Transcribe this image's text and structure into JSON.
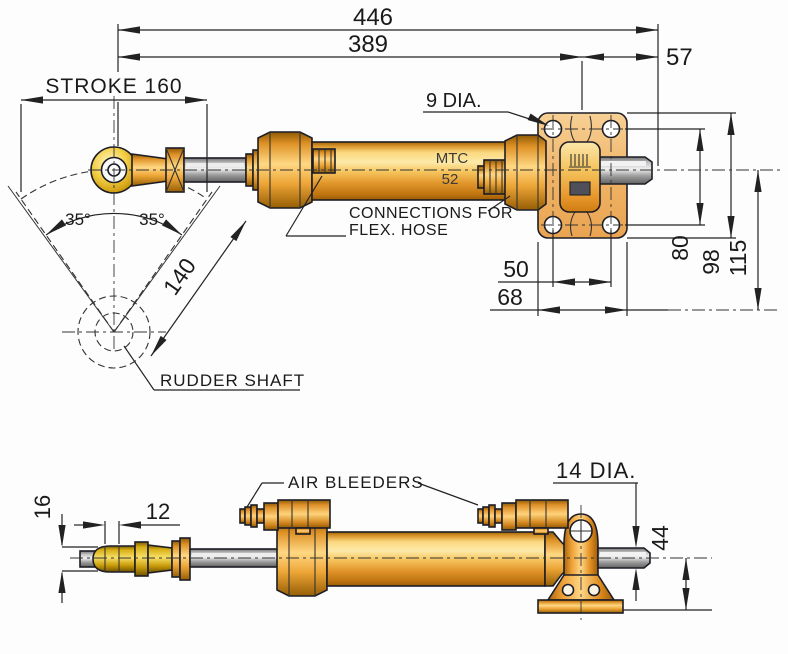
{
  "drawing": {
    "title": "MTC 52 hydraulic steering cylinder installation drawing",
    "colors": {
      "body_gold": "#f6c35c",
      "body_amber": "#e8952a",
      "brass_yellow": "#f0d24a",
      "rod_gray": "#c9c9c9",
      "plate_tan": "#f0b867",
      "outline": "#1d1d26",
      "dimension": "#222222",
      "background": "#fdfdfd"
    },
    "top_view": {
      "dims": {
        "overall_length": "446",
        "length_to_bracket": "389",
        "bracket_to_rod_end": "57",
        "stroke": "STROKE 160",
        "mount_hole_dia": "9 DIA.",
        "hole_spacing_horizontal": "50",
        "bracket_width": "68",
        "hole_spacing_vertical": "80",
        "bracket_height": "98",
        "overall_height": "115",
        "swing_left": "35°",
        "swing_right": "35°",
        "tiller_arm_radius": "140"
      },
      "labels": {
        "model_line1": "MTC",
        "model_line2": "52",
        "connections_line1": "CONNECTIONS FOR",
        "connections_line2": "FLEX. HOSE",
        "rudder_shaft": "RUDDER SHAFT"
      }
    },
    "side_view": {
      "dims": {
        "clevis_end": "16",
        "clevis_slot": "12",
        "shaft_dia": "14 DIA.",
        "axis_to_base": "44"
      },
      "labels": {
        "air_bleeders": "AIR BLEEDERS"
      }
    }
  }
}
